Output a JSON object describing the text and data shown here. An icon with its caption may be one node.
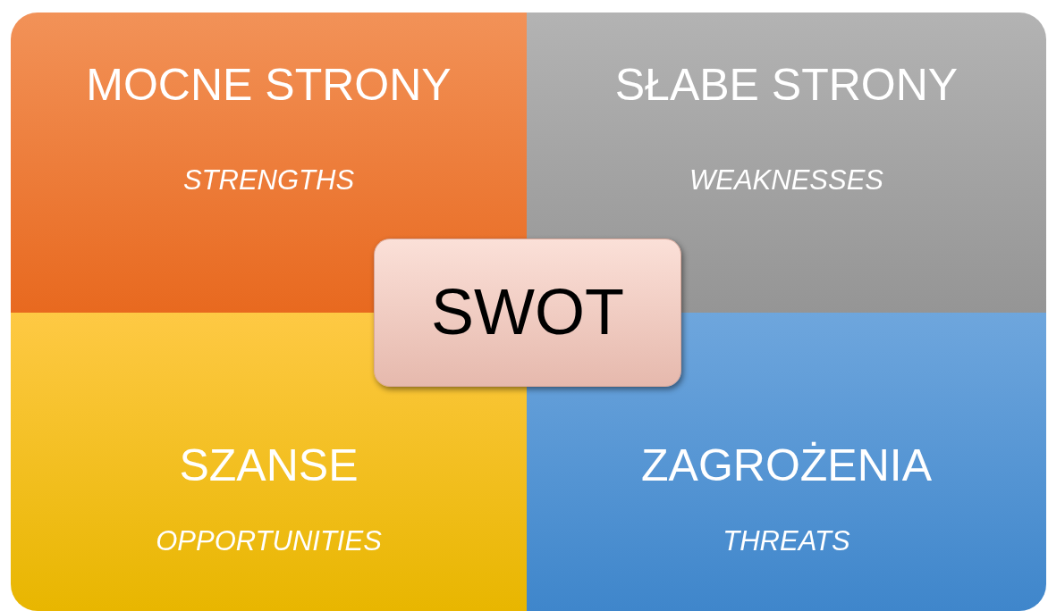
{
  "diagram": {
    "nodes": [
      {
        "text": [
          "MOCNE STRONY",
          "STRENGTHS"
        ]
      },
      {
        "text": [
          "SŁABE STRONY",
          "WEAKNESSES"
        ]
      },
      {
        "text": [
          "SZANSE",
          "OPPORTUNITIES"
        ]
      },
      {
        "text": [
          "ZAGROŻENIA",
          "THREATS"
        ]
      },
      {
        "text": [
          "SWOT"
        ]
      }
    ]
  }
}
